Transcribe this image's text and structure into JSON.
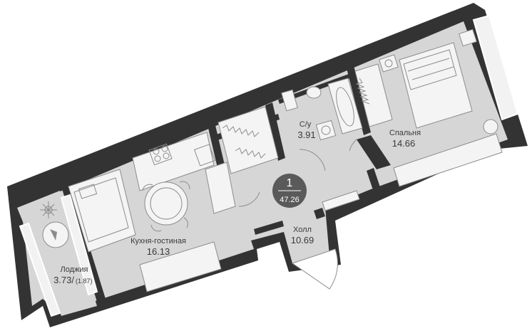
{
  "badge": {
    "rooms": "1",
    "total_area": "47.26"
  },
  "rooms": {
    "kitchen": {
      "name": "Кухня-гостиная",
      "area": "16.13"
    },
    "bedroom": {
      "name": "Спальня",
      "area": "14.66"
    },
    "bathroom": {
      "name": "С/у",
      "area": "3.91"
    },
    "hall": {
      "name": "Холл",
      "area": "10.69"
    },
    "loggia": {
      "name": "Лоджия",
      "area": "3.73/",
      "area_reduced": "(1.87)"
    }
  },
  "colors": {
    "wall": "#333333",
    "floor": "#d6d6d6",
    "badge": "#5a5a5a"
  }
}
